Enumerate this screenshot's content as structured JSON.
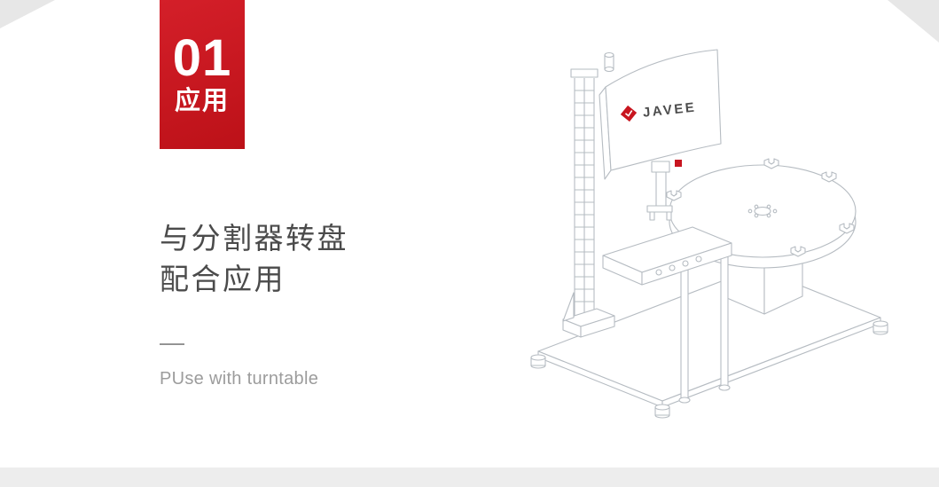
{
  "badge": {
    "number": "01",
    "label": "应用",
    "background": "#c8151f"
  },
  "heading": {
    "line1": "与分割器转盘",
    "line2": "配合应用"
  },
  "divider": "—",
  "subtitle": "PUse with turntable",
  "illustration": {
    "type": "isometric-line-drawing",
    "brand": "JAVEE",
    "line_color": "#b6bcc2",
    "accent_color": "#c8151f"
  },
  "colors": {
    "accent_red": "#c8151f",
    "heading_text": "#4b4b4b",
    "subtitle_text": "#9c9c9c",
    "background": "#ffffff",
    "bottom_bar": "#ededed",
    "corner_fold": "#e7e7e7"
  }
}
